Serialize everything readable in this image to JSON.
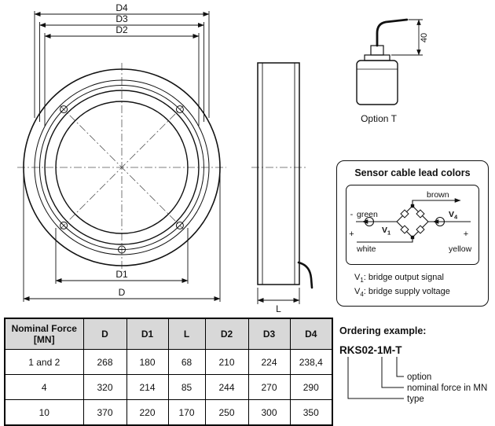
{
  "drawing": {
    "d4": "D4",
    "d3": "D3",
    "d2": "D2",
    "d1": "D1",
    "d": "D",
    "l": "L"
  },
  "option_t": {
    "label": "Option T",
    "height_dim": "40"
  },
  "sensor": {
    "title": "Sensor cable lead colors",
    "wire_brown": "brown",
    "wire_green": "green",
    "wire_white": "white",
    "wire_yellow": "yellow",
    "sign_minus": "-",
    "sign_plus_left": "+",
    "sign_plus_right": "+",
    "v_letter": "V",
    "v1_sub": "1",
    "v4_sub": "4",
    "note1_text": ": bridge output signal",
    "note2_text": ": bridge supply voltage"
  },
  "table": {
    "header_force_line1": "Nominal Force",
    "header_force_line2": "[MN]",
    "headers": [
      "D",
      "D1",
      "L",
      "D2",
      "D3",
      "D4"
    ],
    "rows": [
      [
        "1 and 2",
        "268",
        "180",
        "68",
        "210",
        "224",
        "238,4"
      ],
      [
        "4",
        "320",
        "214",
        "85",
        "244",
        "270",
        "290"
      ],
      [
        "10",
        "370",
        "220",
        "170",
        "250",
        "300",
        "350"
      ]
    ]
  },
  "ordering": {
    "title": "Ordering example:",
    "code": "RKS02-1M-T",
    "labels": [
      "option",
      "nominal force in MN",
      "type"
    ]
  },
  "colors": {
    "line": "#111111",
    "header_bg": "#d8d8d8"
  }
}
